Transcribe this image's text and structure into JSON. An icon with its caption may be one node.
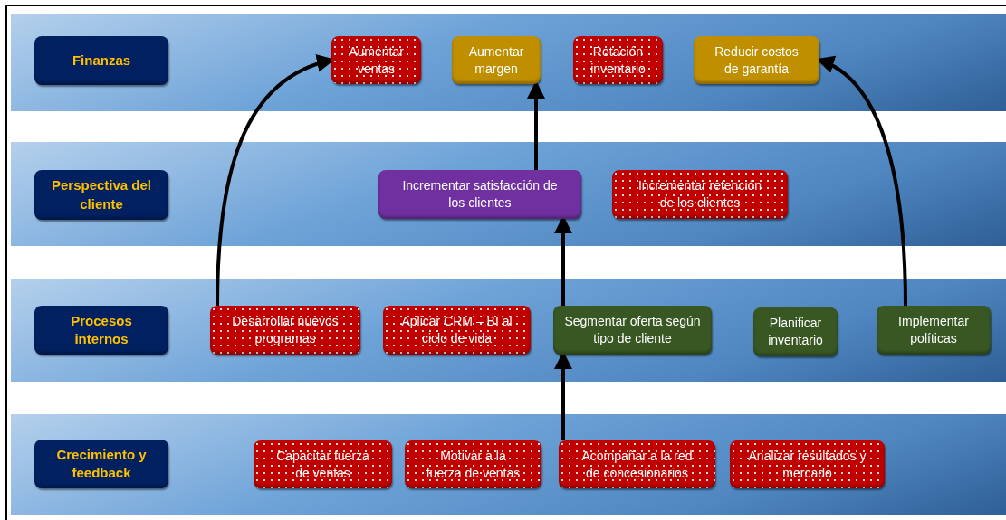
{
  "diagram": {
    "nodes": [
      {
        "text": [],
        "shape": "bar"
      },
      {
        "text": [
          "Finanzas"
        ],
        "in": 0
      },
      {
        "text": [
          "Aumentar ventas"
        ],
        "in": 0
      },
      {
        "text": [
          "Aumentar margen"
        ],
        "in": 0
      },
      {
        "text": [
          "Rotación inventario"
        ],
        "in": 0
      },
      {
        "text": [
          "Reducir costos de garantía"
        ],
        "in": 0
      },
      {
        "text": [],
        "shape": "bar"
      },
      {
        "text": [
          "Perspectiva del cliente"
        ],
        "in": 6
      },
      {
        "text": [
          "Incrementar satisfacción de los clientes"
        ],
        "in": 6
      },
      {
        "text": [
          "Incrementar retención de los clientes"
        ],
        "in": 6
      },
      {
        "text": [],
        "shape": "bar"
      },
      {
        "text": [
          "Procesos internos"
        ],
        "in": 10
      },
      {
        "text": [
          "Desarrollar nuevos programas"
        ],
        "in": 10
      },
      {
        "text": [
          "Aplicar CRM – BI al ciclo de vida"
        ],
        "in": 10
      },
      {
        "text": [
          "Segmentar oferta según tipo de cliente"
        ],
        "in": 10
      },
      {
        "text": [
          "Planificar inventario"
        ],
        "in": 10
      },
      {
        "text": [
          "Implementar políticas"
        ],
        "in": 10
      },
      {
        "text": [],
        "shape": "bar"
      },
      {
        "text": [
          "Crecimiento y feedback"
        ],
        "in": 17
      },
      {
        "text": [
          "Capacitar fuerza de ventas"
        ],
        "in": 17
      },
      {
        "text": [
          "Motivar a la fuerza de ventas"
        ],
        "in": 17
      },
      {
        "text": [
          "Acompañar a la red de concesionarios"
        ],
        "in": 17
      },
      {
        "text": [
          "Analizar resultados y mercado"
        ],
        "in": 17
      }
    ],
    "edges": [
      {
        "from": 21,
        "to": 14,
        "arrow": "to"
      },
      {
        "from": 14,
        "to": 8,
        "arrow": "to"
      },
      {
        "from": 8,
        "to": 3,
        "arrow": "to"
      },
      {
        "from": 12,
        "to": 2,
        "arrow": "to"
      },
      {
        "from": 16,
        "to": 5,
        "arrow": "to"
      }
    ]
  }
}
